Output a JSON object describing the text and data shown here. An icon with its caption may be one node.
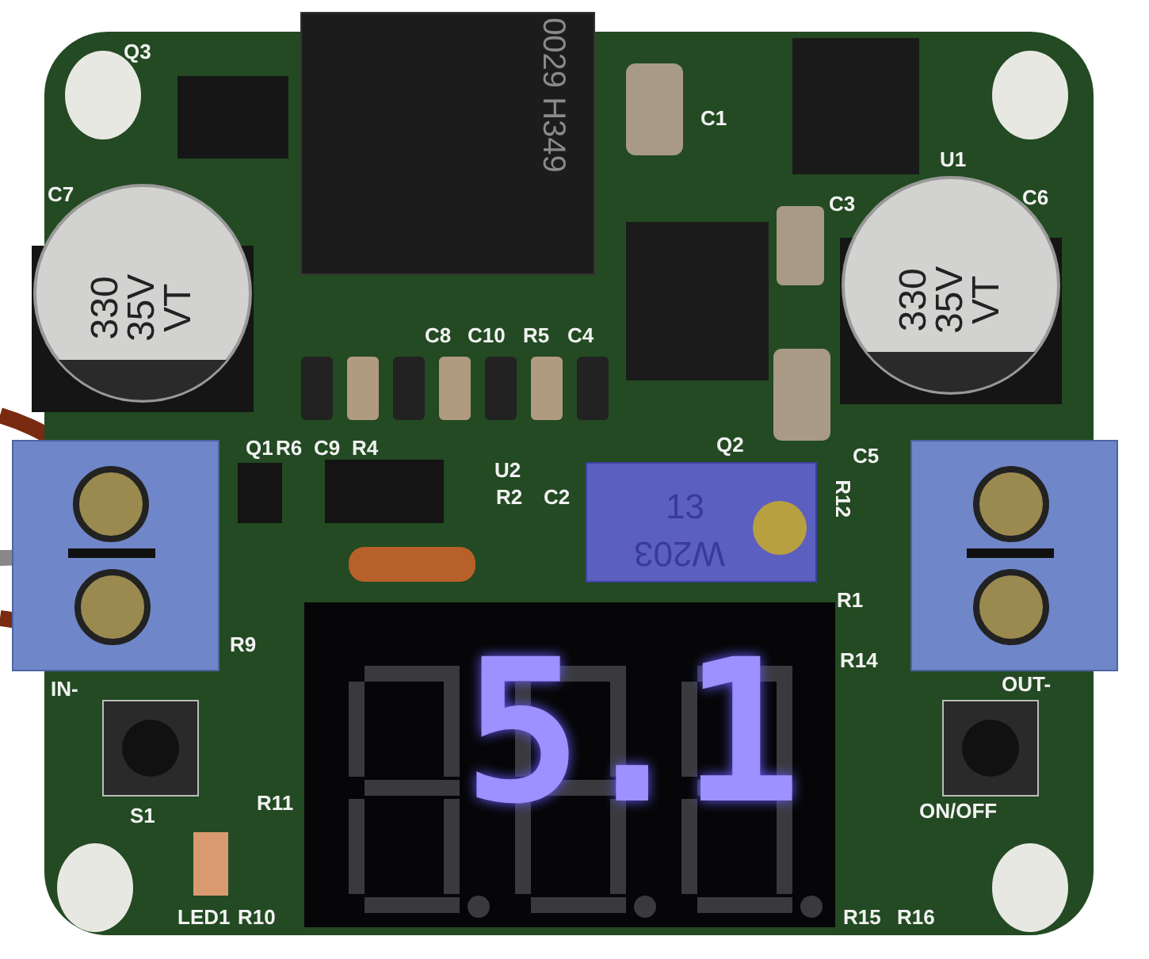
{
  "diagram": {
    "labels": [
      "Q3",
      "C1",
      "U1",
      "C7",
      "C3",
      "C6",
      "330 35V VT",
      "330 35V VT",
      "0029 H349",
      "C8",
      "C10",
      "R5",
      "C4",
      "Q1",
      "R6",
      "C9",
      "R4",
      "U2",
      "R2",
      "C2",
      "Q2",
      "C5",
      "13",
      "R12",
      "W203",
      "R1",
      "R9",
      "R14",
      "IN-",
      "OUT-",
      "S1",
      "R11",
      "ON/OFF",
      "LED1",
      "R10",
      "R15",
      "R16",
      "5.1"
    ]
  }
}
